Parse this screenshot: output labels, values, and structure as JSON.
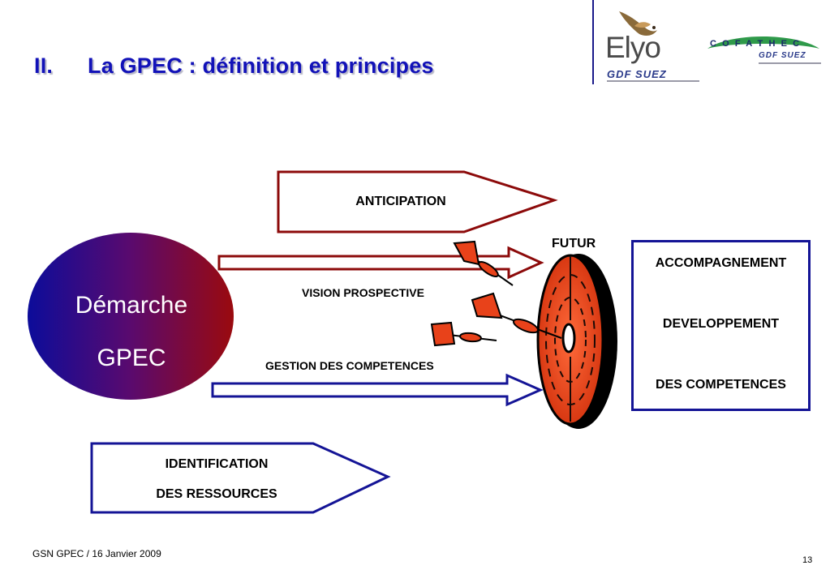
{
  "header": {
    "section_number": "II.",
    "title": "La GPEC : définition et principes",
    "logo_elyo": "Elyo",
    "logo_gdf_suez_1": "GDF SUEZ",
    "logo_cofathec": "COFATHEC",
    "logo_gdf_suez_2": "GDF SUEZ"
  },
  "diagram": {
    "source": {
      "line1": "Démarche",
      "line2": "GPEC"
    },
    "anticipation": "ANTICIPATION",
    "vision": "VISION PROSPECTIVE",
    "gestion": "GESTION DES COMPETENCES",
    "identification": {
      "line1": "IDENTIFICATION",
      "line2": "DES RESSOURCES"
    },
    "target_label": "FUTUR",
    "results": [
      "ACCOMPAGNEMENT",
      "DEVELOPPEMENT",
      "DES COMPETENCES"
    ]
  },
  "footer": {
    "left": "GSN GPEC / 16 Janvier 2009",
    "page_number": "13"
  },
  "colors": {
    "title": "#1212b8",
    "dark_red": "#8c0a0a",
    "navy": "#141496",
    "target_red": "#e8421a"
  }
}
